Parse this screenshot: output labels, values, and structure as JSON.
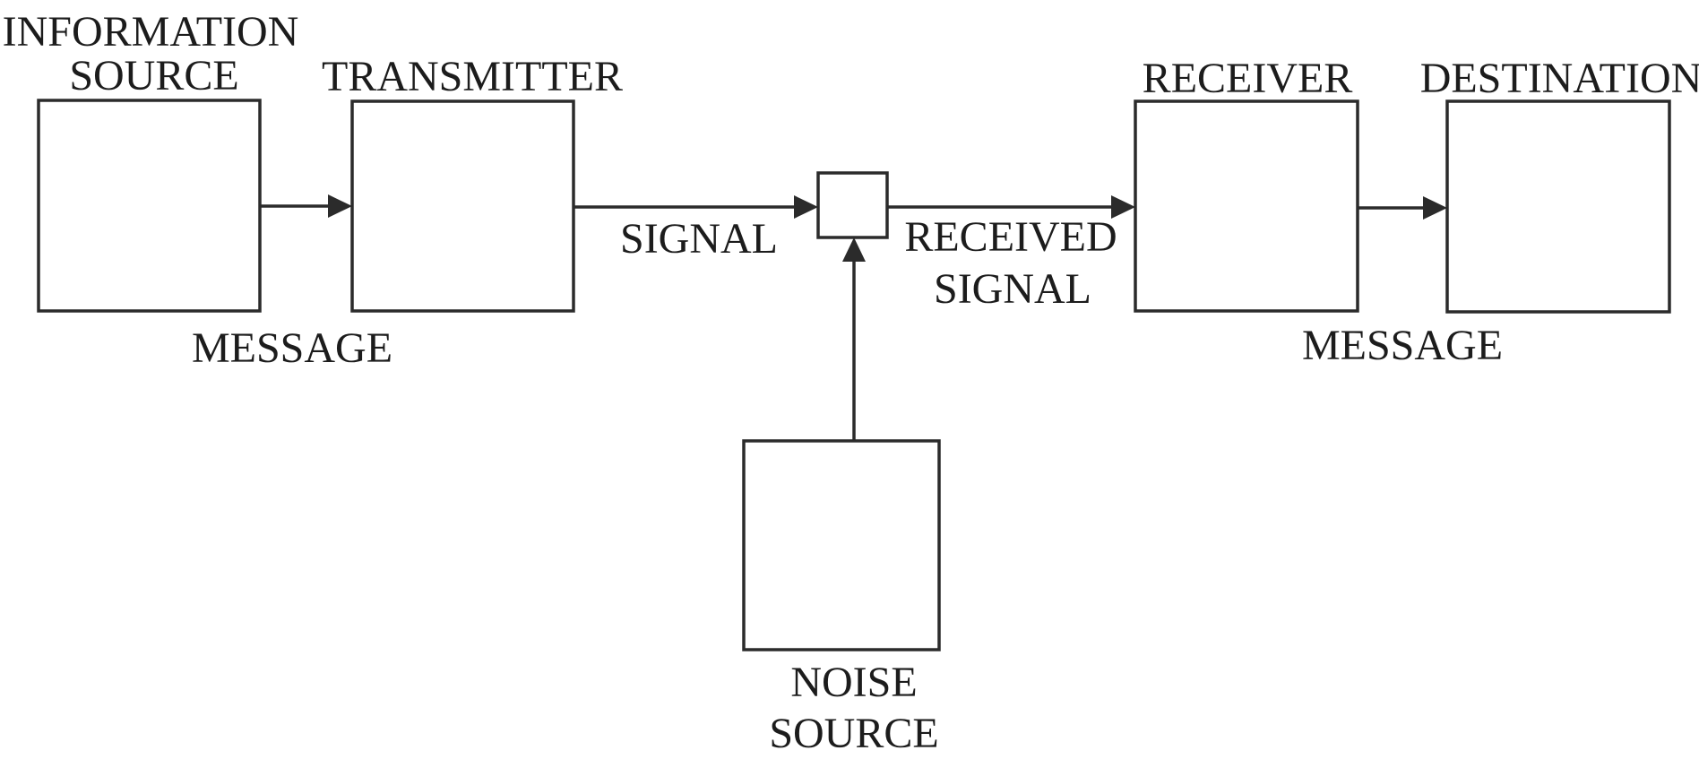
{
  "diagram": {
    "type": "block-diagram",
    "model": "shannon-weaver-communication-system",
    "nodes": {
      "information_source": {
        "label_line1": "INFORMATION",
        "label_line2": "SOURCE"
      },
      "transmitter": {
        "label": "TRANSMITTER"
      },
      "channel": {
        "label": ""
      },
      "receiver": {
        "label": "RECEIVER"
      },
      "destination": {
        "label": "DESTINATION"
      },
      "noise_source": {
        "label_line1": "NOISE",
        "label_line2": "SOURCE"
      }
    },
    "edge_labels": {
      "message_left": "MESSAGE",
      "signal": "SIGNAL",
      "received_signal_line1": "RECEIVED",
      "received_signal_line2": "SIGNAL",
      "message_right": "MESSAGE"
    },
    "edges": [
      {
        "from": "information_source",
        "to": "transmitter",
        "label": "MESSAGE"
      },
      {
        "from": "transmitter",
        "to": "channel",
        "label": "SIGNAL"
      },
      {
        "from": "channel",
        "to": "receiver",
        "label": "RECEIVED SIGNAL"
      },
      {
        "from": "receiver",
        "to": "destination",
        "label": "MESSAGE"
      },
      {
        "from": "noise_source",
        "to": "channel",
        "label": ""
      }
    ],
    "colors": {
      "stroke": "#2b2b2b",
      "text": "#1c1c1c",
      "background": "#ffffff"
    }
  }
}
